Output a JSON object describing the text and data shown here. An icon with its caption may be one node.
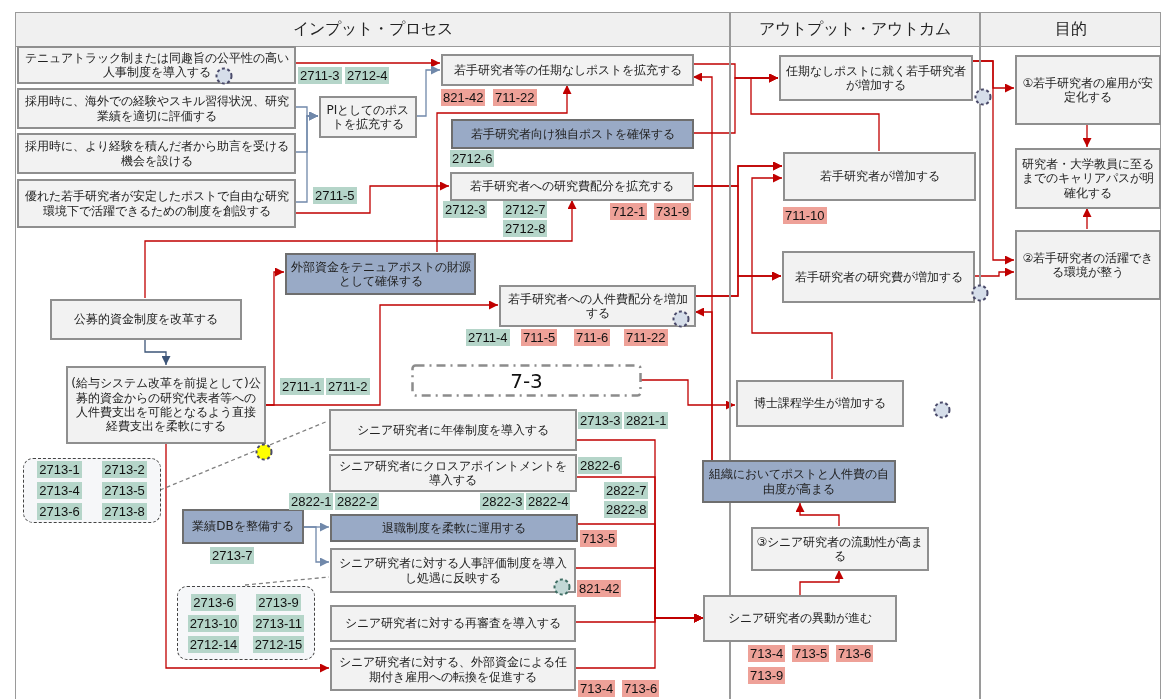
{
  "diagram": {
    "nodes": [
      {
        "text": [
          "インプット・プロセス"
        ]
      },
      {
        "text": [
          "アウトプット・アウトカム"
        ]
      },
      {
        "text": [
          "目的"
        ]
      },
      {
        "text": [
          "テニュアトラック制または同趣旨の公平性の高い人事制度を導入する"
        ],
        "in": 0
      },
      {
        "text": [
          "採用時に、海外での経験やスキル習得状況、研究業績を適切に評価する"
        ],
        "in": 0
      },
      {
        "text": [
          "採用時に、より経験を積んだ者から助言を受ける機会を設ける"
        ],
        "in": 0
      },
      {
        "text": [
          "優れた若手研究者が安定したポストで自由な研究環境下で活躍できるための制度を創設する"
        ],
        "in": 0
      },
      {
        "text": [
          "PIとしてのポストを拡充する"
        ],
        "in": 0
      },
      {
        "text": [
          "若手研究者等の任期なしポストを拡充する"
        ],
        "in": 0
      },
      {
        "text": [
          "若手研究者向け独自ポストを確保する"
        ],
        "in": 0
      },
      {
        "text": [
          "若手研究者への研究費配分を拡充する"
        ],
        "in": 0
      },
      {
        "text": [
          "外部資金をテニュアポストの財源として確保する"
        ],
        "in": 0
      },
      {
        "text": [
          "公募的資金制度を改革する"
        ],
        "in": 0
      },
      {
        "text": [
          "若手研究者への人件費配分を増加する"
        ],
        "in": 0
      },
      {
        "text": [
          "(給与システム改革を前提として)公募的資金からの研究代表者等への人件費支出を可能となるよう直接経費支出を柔軟にする"
        ],
        "in": 0
      },
      {
        "text": [
          "7-3"
        ],
        "in": 0
      },
      {
        "text": [
          "シニア研究者に年俸制度を導入する"
        ],
        "in": 0
      },
      {
        "text": [
          "シニア研究者にクロスアポイントメントを導入する"
        ],
        "in": 0
      },
      {
        "text": [
          "2713-1",
          "2713-2",
          "2713-4",
          "2713-5",
          "2713-6",
          "2713-8"
        ],
        "in": 0
      },
      {
        "text": [
          "業績DBを整備する"
        ],
        "in": 0
      },
      {
        "text": [
          "退職制度を柔軟に運用する"
        ],
        "in": 0
      },
      {
        "text": [
          "シニア研究者に対する人事評価制度を導入し処遇に反映する"
        ],
        "in": 0
      },
      {
        "text": [
          "2713-6",
          "2713-9",
          "2713-10",
          "2713-11",
          "2712-14",
          "2712-15"
        ],
        "in": 0
      },
      {
        "text": [
          "シニア研究者に対する再審査を導入する"
        ],
        "in": 0
      },
      {
        "text": [
          "シニア研究者に対する、外部資金による任期付き雇用への転換を促進する"
        ],
        "in": 0
      },
      {
        "text": [
          "任期なしポストに就く若手研究者が増加する"
        ],
        "in": 1
      },
      {
        "text": [
          "若手研究者が増加する"
        ],
        "in": 1
      },
      {
        "text": [
          "若手研究者の研究費が増加する"
        ],
        "in": 1
      },
      {
        "text": [
          "博士課程学生が増加する"
        ],
        "in": 1
      },
      {
        "text": [
          "組織においてポストと人件費の自由度が高まる"
        ]
      },
      {
        "text": [
          "③シニア研究者の流動性が高まる"
        ],
        "in": 1
      },
      {
        "text": [
          "シニア研究者の異動が進む"
        ]
      },
      {
        "text": [
          "①若手研究者の雇用が安定化する"
        ],
        "in": 2
      },
      {
        "text": [
          "研究者・大学教員に至るまでのキャリアパスが明確化する"
        ],
        "in": 2
      },
      {
        "text": [
          "②若手研究者の活躍できる環境が整う"
        ],
        "in": 2
      }
    ],
    "edges": [
      {
        "from": 3,
        "to": 8,
        "arrow": "to"
      },
      {
        "from": 4,
        "to": 7,
        "arrow": "to",
        "color": "#7088aa"
      },
      {
        "from": 5,
        "to": 7,
        "arrow": "to",
        "color": "#7088aa"
      },
      {
        "from": 6,
        "to": 7,
        "arrow": "to",
        "color": "#7088aa"
      },
      {
        "from": 7,
        "to": 8,
        "arrow": "to",
        "color": "#7088aa"
      },
      {
        "from": 6,
        "to": 10,
        "arrow": "to"
      },
      {
        "from": 12,
        "to": 10,
        "arrow": "to"
      },
      {
        "from": 11,
        "to": 8,
        "arrow": "to"
      },
      {
        "from": 12,
        "to": 14,
        "arrow": "to",
        "color": "#3d5578"
      },
      {
        "from": 14,
        "to": 11,
        "arrow": "to"
      },
      {
        "from": 14,
        "to": 13,
        "arrow": "to"
      },
      {
        "from": 14,
        "to": 24,
        "arrow": "to"
      },
      {
        "from": 8,
        "to": 25,
        "arrow": "to"
      },
      {
        "from": 9,
        "to": 25,
        "arrow": "to"
      },
      {
        "from": 26,
        "to": 25,
        "arrow": "to"
      },
      {
        "from": 29,
        "to": 8,
        "arrow": "to"
      },
      {
        "from": 29,
        "to": 13,
        "arrow": "to"
      },
      {
        "from": 10,
        "to": 26,
        "arrow": "to"
      },
      {
        "from": 10,
        "to": 27,
        "arrow": "to"
      },
      {
        "from": 13,
        "to": 26,
        "arrow": "to"
      },
      {
        "from": 13,
        "to": 27,
        "arrow": "to"
      },
      {
        "from": 28,
        "to": 26,
        "arrow": "to"
      },
      {
        "from": 15,
        "to": 28,
        "arrow": "to"
      },
      {
        "from": 16,
        "to": 31,
        "arrow": "to"
      },
      {
        "from": 17,
        "to": 31,
        "arrow": "to"
      },
      {
        "from": 20,
        "to": 31,
        "arrow": "to"
      },
      {
        "from": 21,
        "to": 31,
        "arrow": "to"
      },
      {
        "from": 23,
        "to": 31,
        "arrow": "to"
      },
      {
        "from": 24,
        "to": 31,
        "arrow": "to"
      },
      {
        "from": 31,
        "to": 30,
        "arrow": "to"
      },
      {
        "from": 30,
        "to": 29,
        "arrow": "to"
      },
      {
        "from": 25,
        "to": 32,
        "arrow": "to"
      },
      {
        "from": 25,
        "to": 34,
        "arrow": "to"
      },
      {
        "from": 27,
        "to": 34,
        "arrow": "to"
      },
      {
        "from": 32,
        "to": 33,
        "arrow": "to"
      },
      {
        "from": 34,
        "to": 33,
        "arrow": "to"
      },
      {
        "from": 18,
        "to": 16,
        "arrow": "none",
        "style": "dashed",
        "color": "#808080"
      },
      {
        "from": 22,
        "to": 21,
        "arrow": "none",
        "style": "dashed",
        "color": "#808080"
      },
      {
        "from": 19,
        "to": 20,
        "arrow": "to",
        "color": "#7088aa"
      },
      {
        "from": 19,
        "to": 21,
        "arrow": "to",
        "color": "#7088aa"
      }
    ],
    "labels": [
      "2711-3",
      "2712-4",
      "821-42",
      "711-22",
      "2712-6",
      "2711-5",
      "2712-3",
      "2712-7",
      "712-1",
      "731-9",
      "2712-8",
      "711-10",
      "2711-4",
      "711-5",
      "711-6",
      "711-22",
      "2711-1",
      "2711-2",
      "2713-3",
      "2821-1",
      "2822-6",
      "2822-1",
      "2822-2",
      "2822-3",
      "2822-4",
      "2822-7",
      "2822-8",
      "713-5",
      "2713-7",
      "821-42",
      "713-4",
      "713-6",
      "713-4",
      "713-5",
      "713-6",
      "713-9"
    ]
  }
}
